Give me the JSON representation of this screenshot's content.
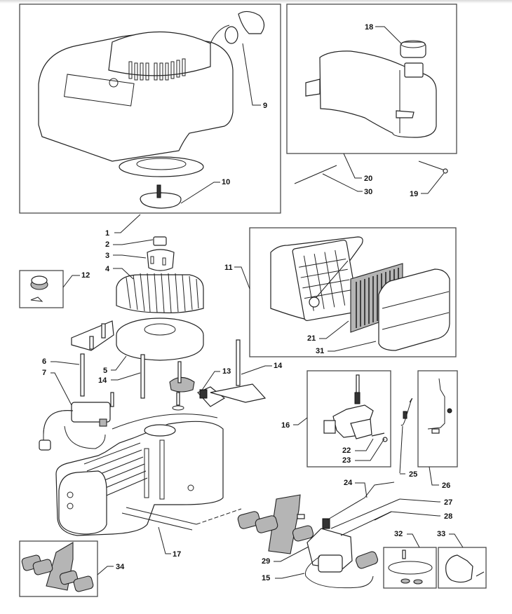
{
  "diagram": {
    "title": "",
    "type": "exploded-parts-diagram",
    "callouts": {
      "c1": "1",
      "c2": "2",
      "c3": "3",
      "c4": "4",
      "c5": "5",
      "c6": "6",
      "c7": "7",
      "c9": "9",
      "c10": "10",
      "c11": "11",
      "c12": "12",
      "c13": "13",
      "c14a": "14",
      "c14b": "14",
      "c15": "15",
      "c16": "16",
      "c17": "17",
      "c18": "18",
      "c19": "19",
      "c20": "20",
      "c21": "21",
      "c22": "22",
      "c23": "23",
      "c24": "24",
      "c25": "25",
      "c26": "26",
      "c27": "27",
      "c28": "28",
      "c29": "29",
      "c30": "30",
      "c31": "31",
      "c32": "32",
      "c33": "33",
      "c34": "34"
    },
    "groups": [
      {
        "id": "starter-assembly",
        "callout": "1",
        "parts": [
          "9",
          "10"
        ]
      },
      {
        "id": "fuel-tank-assembly",
        "callout": "20",
        "parts": [
          "18"
        ]
      },
      {
        "id": "air-filter-assembly",
        "callout": "11",
        "parts": [
          "21",
          "31"
        ]
      },
      {
        "id": "governor-kit",
        "callout": "12",
        "parts": []
      },
      {
        "id": "governor-bracket-assembly",
        "callout": "16",
        "parts": [
          "22",
          "23"
        ]
      },
      {
        "id": "governor-lever-assembly",
        "callout": "26",
        "parts": []
      },
      {
        "id": "gasket-kit",
        "callout": "34",
        "parts": []
      },
      {
        "id": "carburetor-repair-kit",
        "callout": "32",
        "parts": []
      },
      {
        "id": "float-kit",
        "callout": "33",
        "parts": []
      }
    ]
  }
}
